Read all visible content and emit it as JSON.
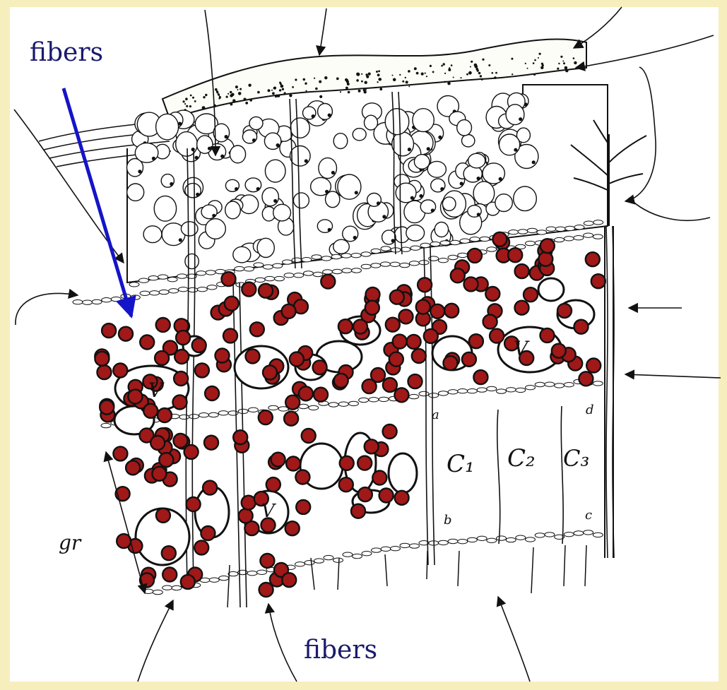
{
  "labels": {
    "fibers_top": "fibers",
    "fibers_bottom": "fibers"
  },
  "handwritten": {
    "c1": "C₁",
    "c2": "C₂",
    "c3": "C₃",
    "gr": "gr",
    "v": "V",
    "a": "a",
    "b": "b",
    "c": "c",
    "d": "d"
  },
  "colors": {
    "background": "#f6eebd",
    "paper": "#ffffff",
    "ink": "#111111",
    "red_cell": "#a01818",
    "blue_arrow": "#1414c8",
    "label": "#1a1a6e"
  }
}
